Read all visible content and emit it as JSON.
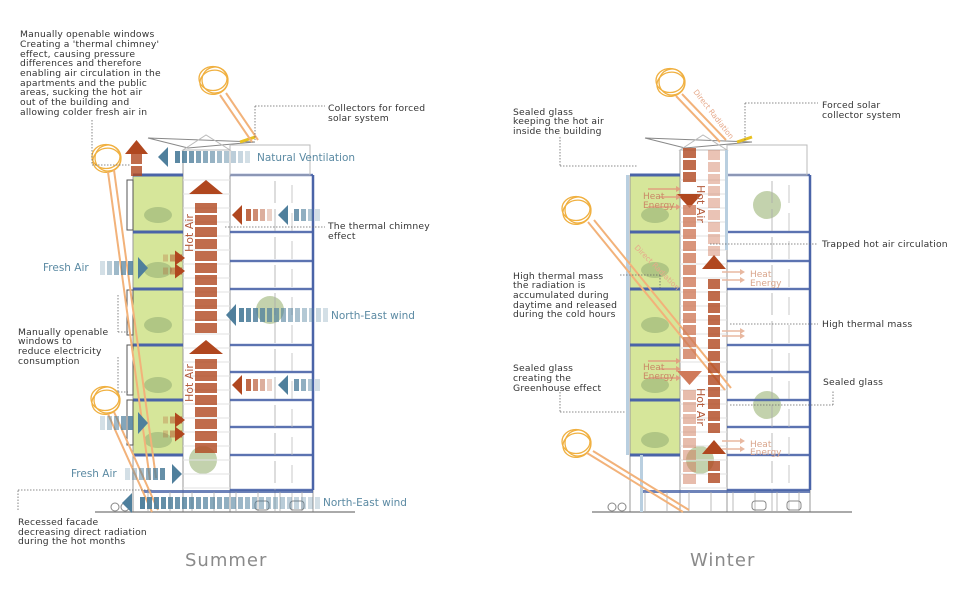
{
  "summer": {
    "title": "Summer",
    "chimney_note": [
      "Manually openable windows",
      "Creating a 'thermal chimney'",
      "effect, causing pressure",
      "differences and therefore",
      "enabling air circulation in the",
      "apartments and the public",
      "areas, sucking the hot air",
      "out of the building and",
      "allowing colder fresh air in"
    ],
    "collectors": [
      "Collectors for forced",
      "solar system"
    ],
    "natural_ventilation": "Natural Ventilation",
    "thermal_chimney": [
      "The thermal chimney",
      "effect"
    ],
    "fresh_air_1": "Fresh Air",
    "fresh_air_2": "Fresh Air",
    "north_east_wind_1": "North-East wind",
    "north_east_wind_2": "North-East wind",
    "manual_windows": [
      "Manually openable",
      "windows to",
      "reduce electricity",
      "consumption"
    ],
    "recessed_facade": [
      "Recessed facade",
      "decreasing direct radiation",
      "during the hot months"
    ],
    "hot_air_1": "Hot Air",
    "hot_air_2": "Hot Air"
  },
  "winter": {
    "title": "Winter",
    "sealed_glass_top": [
      "Sealed glass",
      "keeping the hot air",
      "inside the building"
    ],
    "forced_solar": [
      "Forced solar",
      "collector system"
    ],
    "trapped_hot_air": "Trapped hot air circulation",
    "high_thermal_mass_note": [
      "High thermal mass",
      "the radiation is",
      "accumulated during",
      "daytime and released",
      "during the cold hours"
    ],
    "high_thermal_mass": "High thermal mass",
    "sealed_glass_greenhouse": [
      "Sealed glass",
      "creating the",
      "Greenhouse effect"
    ],
    "sealed_glass": "Sealed glass",
    "heat_energy": [
      "Heat",
      "Energy"
    ],
    "direct_radiation": "Direct Radiation",
    "hot_air_1": "Hot Air",
    "hot_air_2": "Hot Air"
  },
  "colors": {
    "greenhouse": "#d6e69a",
    "hot_air": "#b0471f",
    "wind": "#4f7f9c",
    "sun": "#f0b040",
    "slab": "#4a64a8",
    "line": "#9a9a9a"
  }
}
